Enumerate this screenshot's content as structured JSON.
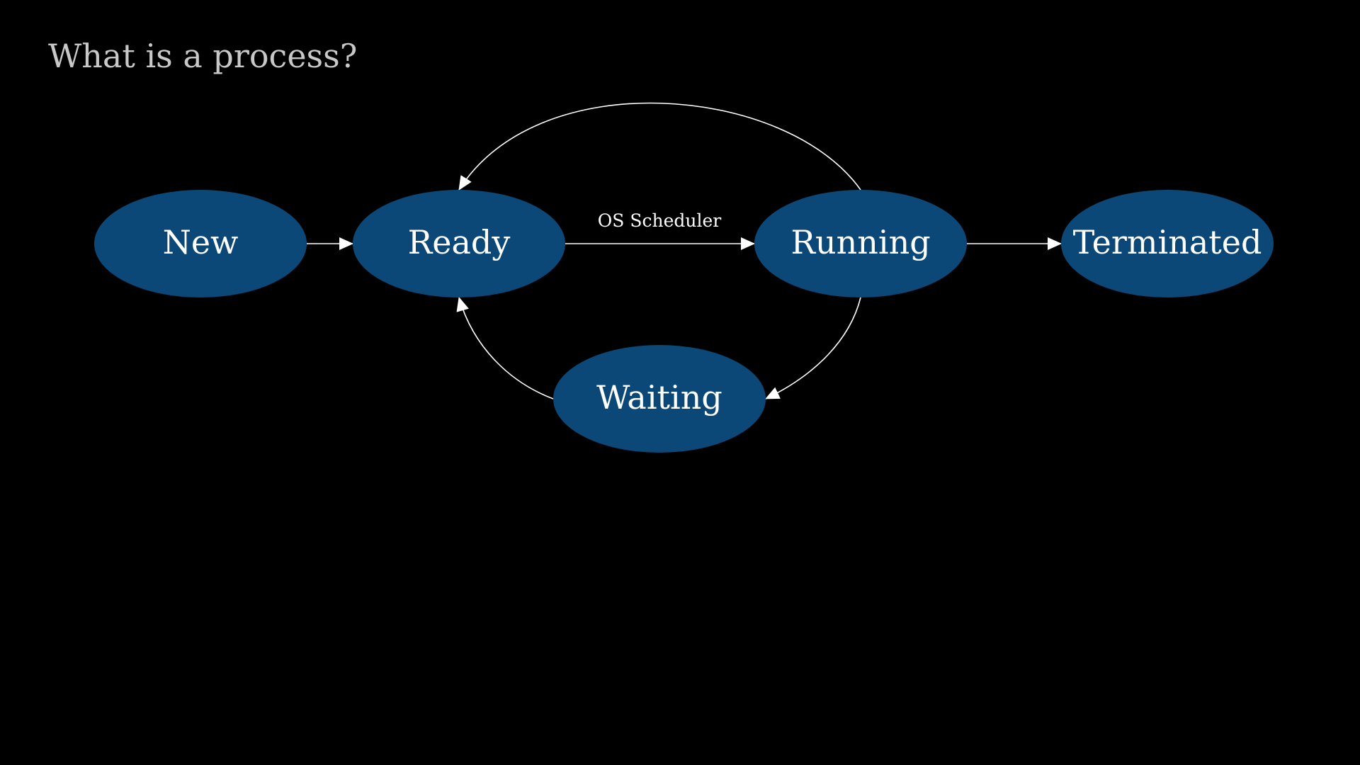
{
  "slide": {
    "title": "What is a process?"
  },
  "colors": {
    "background": "#000000",
    "node_fill": "#0b4877",
    "node_text": "#ffffff",
    "edge": "#ffffff",
    "title_text": "#c8c8c8"
  },
  "diagram": {
    "nodes": [
      {
        "id": "new",
        "label": "New"
      },
      {
        "id": "ready",
        "label": "Ready"
      },
      {
        "id": "running",
        "label": "Running"
      },
      {
        "id": "terminated",
        "label": "Terminated"
      },
      {
        "id": "waiting",
        "label": "Waiting"
      }
    ],
    "edges": [
      {
        "from": "new",
        "to": "ready",
        "label": ""
      },
      {
        "from": "ready",
        "to": "running",
        "label": "OS Scheduler"
      },
      {
        "from": "running",
        "to": "ready",
        "label": ""
      },
      {
        "from": "running",
        "to": "terminated",
        "label": ""
      },
      {
        "from": "running",
        "to": "waiting",
        "label": ""
      },
      {
        "from": "waiting",
        "to": "ready",
        "label": ""
      }
    ]
  }
}
